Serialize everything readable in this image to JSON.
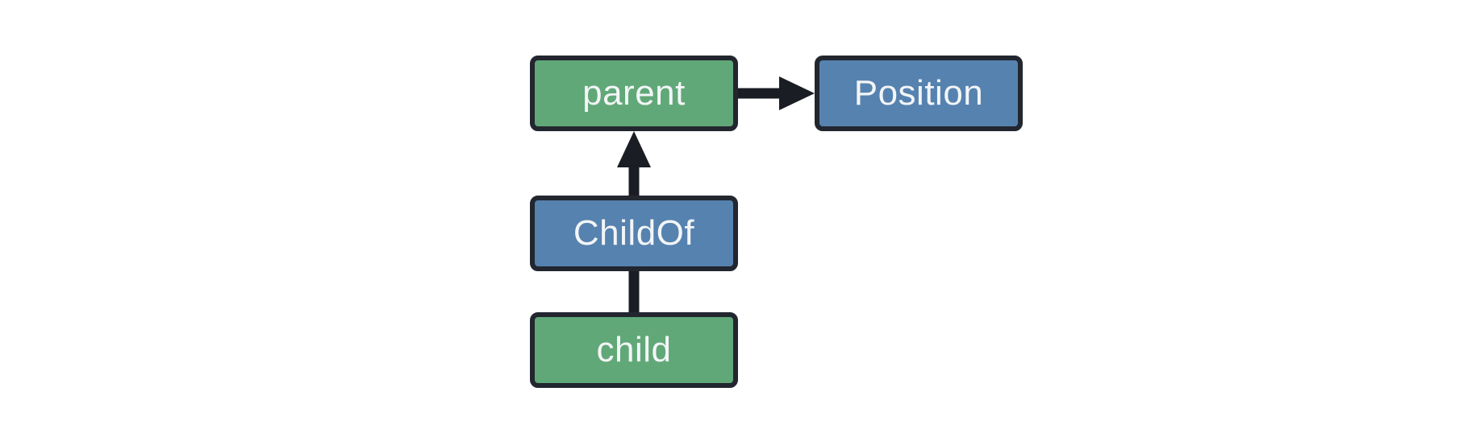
{
  "diagram": {
    "background": "#ffffff",
    "colors": {
      "entity_fill": "#61a878",
      "component_fill": "#5682af",
      "border": "#22262f",
      "connector": "#1a1d23",
      "text": "#f3f5f7"
    },
    "nodes": [
      {
        "id": "parent",
        "label": "parent",
        "kind": "entity",
        "fill": "#61a878"
      },
      {
        "id": "Position",
        "label": "Position",
        "kind": "component",
        "fill": "#5682af"
      },
      {
        "id": "ChildOf",
        "label": "ChildOf",
        "kind": "relationship",
        "fill": "#5682af"
      },
      {
        "id": "child",
        "label": "child",
        "kind": "entity",
        "fill": "#61a878"
      }
    ],
    "edges": [
      {
        "from": "parent",
        "to": "Position",
        "style": "arrow"
      },
      {
        "from": "ChildOf",
        "to": "parent",
        "style": "arrow"
      },
      {
        "from": "child",
        "to": "ChildOf",
        "style": "line"
      }
    ]
  }
}
